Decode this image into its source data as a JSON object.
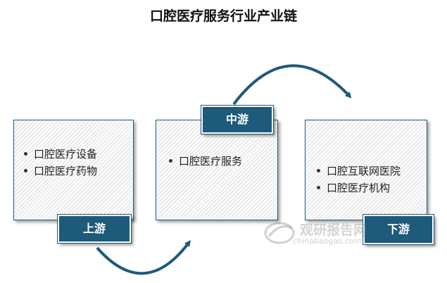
{
  "title": "口腔医疗服务行业产业链",
  "colors": {
    "accent": "#1e5a7a"
  },
  "stages": [
    {
      "label": "上游",
      "items": [
        "口腔医疗设备",
        "口腔医疗药物"
      ]
    },
    {
      "label": "中游",
      "items": [
        "口腔医疗服务"
      ]
    },
    {
      "label": "下游",
      "items": [
        "口腔互联网医院",
        "口腔医疗机构"
      ]
    }
  ],
  "watermark": {
    "cn": "观研报告网",
    "en": "chinabaogao.com"
  }
}
